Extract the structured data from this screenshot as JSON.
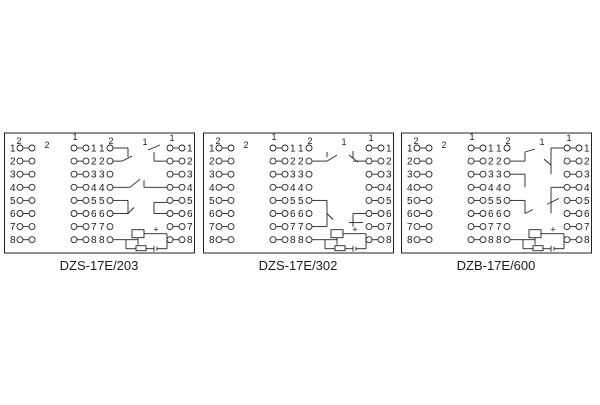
{
  "diagrams": [
    {
      "caption": "DZS-17E/203",
      "top_labels": [
        "1",
        "2",
        "2",
        "1"
      ],
      "left_pins": [
        "1",
        "2",
        "3",
        "4",
        "5",
        "6",
        "7",
        "8"
      ],
      "mid_pins": [
        "1",
        "2",
        "3",
        "4",
        "5",
        "6",
        "7",
        "8"
      ],
      "inner_pins": [
        "1",
        "2",
        "3",
        "4",
        "5",
        "6",
        "7",
        "8"
      ],
      "right_pins": [
        "1",
        "2",
        "3",
        "4",
        "5",
        "6",
        "7",
        "8"
      ],
      "coil_marks": [
        "+",
        "-"
      ]
    },
    {
      "caption": "DZS-17E/302",
      "top_labels": [
        "1",
        "2",
        "2",
        "1"
      ],
      "left_pins": [
        "1",
        "2",
        "3",
        "4",
        "5",
        "6",
        "7",
        "8"
      ],
      "mid_pins": [
        "1",
        "2",
        "3",
        "4",
        "5",
        "6",
        "7",
        "8"
      ],
      "inner_pins": [
        "1",
        "2",
        "3",
        "4",
        "5",
        "6",
        "7",
        "8"
      ],
      "right_pins": [
        "1",
        "2",
        "3",
        "4",
        "5",
        "6",
        "7",
        "8"
      ],
      "coil_marks": [
        "+",
        "-"
      ]
    },
    {
      "caption": "DZB-17E/600",
      "top_labels": [
        "1",
        "2",
        "2",
        "1"
      ],
      "left_pins": [
        "1",
        "2",
        "3",
        "4",
        "5",
        "6",
        "7",
        "8"
      ],
      "mid_pins": [
        "1",
        "2",
        "3",
        "4",
        "5",
        "6",
        "7",
        "8"
      ],
      "inner_pins": [
        "1",
        "2",
        "3",
        "4",
        "5",
        "6",
        "7",
        "8"
      ],
      "right_pins": [
        "1",
        "2",
        "3",
        "4",
        "5",
        "6",
        "7",
        "8"
      ],
      "coil_marks": [
        "+",
        "-"
      ]
    }
  ]
}
